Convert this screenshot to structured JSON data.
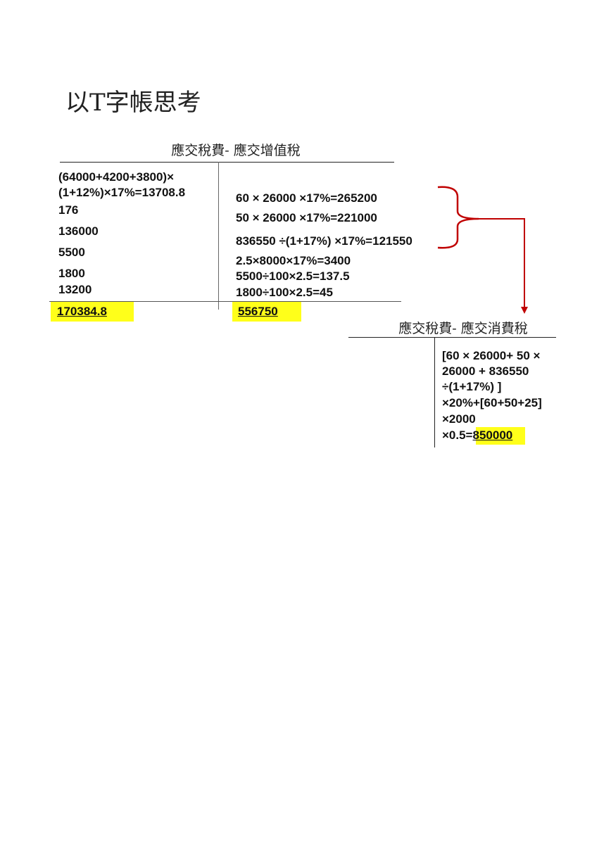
{
  "title": "以T字帳思考",
  "vat_account": {
    "heading": "應交稅費- 應交增值稅",
    "debit": [
      "(64000+4200+3800)×",
      "(1+12%)×17%=13708.8",
      "176",
      "136000",
      "5500",
      "1800",
      "13200"
    ],
    "credit": [
      "60 × 26000 ×17%=265200",
      "50 × 26000 ×17%=221000",
      "836550 ÷(1+17%) ×17%=121550",
      "2.5×8000×17%=3400",
      "5500÷100×2.5=137.5",
      "1800÷100×2.5=45"
    ],
    "debit_total": "170384.8",
    "credit_total": "556750"
  },
  "consumption_account": {
    "heading": "應交稅費- 應交消費稅",
    "credit": [
      "[60 × 26000+ 50 ×",
      "26000 + 836550",
      "÷(1+17%) ]",
      "×20%+[60+50+25]",
      "×2000",
      "×0.5="
    ],
    "credit_total": "850000"
  },
  "colors": {
    "arrow": "#c00000",
    "highlight": "#ffff1a"
  }
}
